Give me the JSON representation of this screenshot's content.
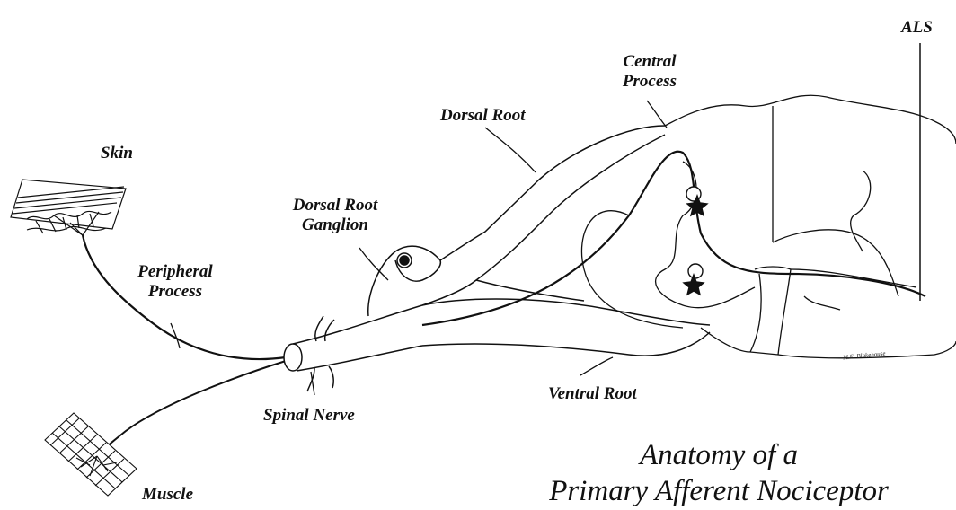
{
  "labels": {
    "als": "ALS",
    "central_process_line1": "Central",
    "central_process_line2": "Process",
    "dorsal_root": "Dorsal Root",
    "skin": "Skin",
    "drg_line1": "Dorsal Root",
    "drg_line2": "Ganglion",
    "peripheral_line1": "Peripheral",
    "peripheral_line2": "Process",
    "spinal_nerve": "Spinal Nerve",
    "ventral_root": "Ventral Root",
    "muscle": "Muscle"
  },
  "title": {
    "line1": "Anatomy of a",
    "line2": "Primary Afferent Nociceptor"
  },
  "signature": "M.E. Blakehouse"
}
